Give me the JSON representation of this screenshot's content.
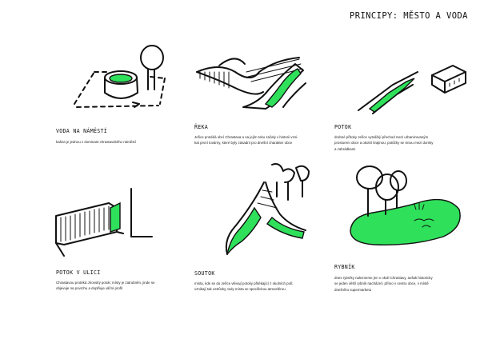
{
  "page": {
    "title": "PRINCIPY: MĚSTO A VODA",
    "accent": "#2fe05a"
  },
  "cells": [
    {
      "title": "VODA NA NÁMĚSTÍ",
      "icon": "fountain-square-sketch",
      "lines": [
        "kašna je jednou z dominant chrastavského náměstí"
      ]
    },
    {
      "title": "ŘEKA",
      "icon": "river-bridge-sketch",
      "lines": [
        "Jeřice protéká obcí Chrastava a na jejím toku začaly v historii vzni-",
        "kat první továrny, které byly zásadní pro dnešní charakter obce"
      ]
    },
    {
      "title": "POTOK",
      "icon": "stream-house-sketch",
      "lines": [
        "drobné přítoky Jeřice vytvářejí přechod mezi urbanizovaným",
        "prostorem obce a okolní krajinou; potůčky se vinou mezi domky",
        "a zahrádkami"
      ]
    },
    {
      "title": "POTOK V ULICI",
      "icon": "street-stream-sketch",
      "lines": [
        "Chrastavou protéká Jírovský potok; místy je zatrubněn, jinde se",
        "objevuje na povrchu a doplňuje uliční profil"
      ]
    },
    {
      "title": "SOUTOK",
      "icon": "confluence-sketch",
      "lines": [
        "místa, kde se do Jeřice vlévají potoky přitékající z okolních polí;",
        "vznikají tak ostrůvky, tedy místa se specifickou atmosférou"
      ]
    },
    {
      "title": "RYBNÍK",
      "icon": "pond-sketch",
      "lines": [
        "dnes rybníky nalezneme jen v okolí Chrastavy, avšak historicky",
        "se jeden větší rybník nacházel i přímo v centru obce, v místě",
        "dnešního supermarketu"
      ]
    }
  ]
}
